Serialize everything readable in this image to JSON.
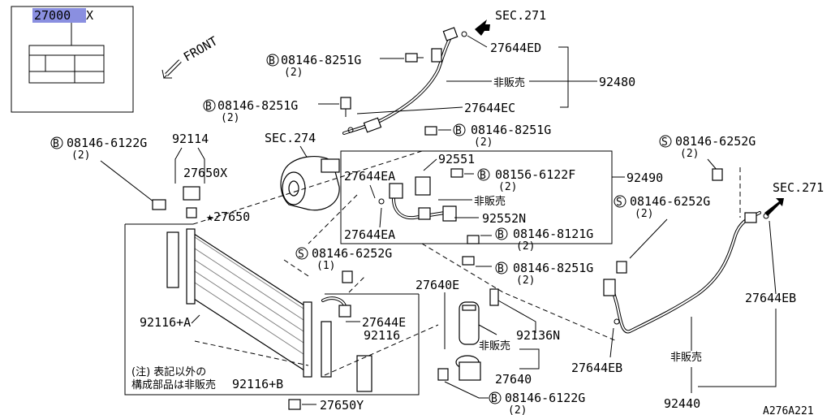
{
  "inset": {
    "part": "27000",
    "suffix": "X",
    "front": "FRONT"
  },
  "refs": {
    "sec271_top": "SEC.271",
    "sec271_right": "SEC.271",
    "sec274": "SEC.274"
  },
  "parts": {
    "p27644ED": "27644ED",
    "p92480": "92480",
    "p27644EC": "27644EC",
    "p92551": "92551",
    "p92490": "92490",
    "p27644EA_1": "27644EA",
    "p27644EA_2": "27644EA",
    "p92552N": "92552N",
    "p92114": "92114",
    "p27650X": "27650X",
    "p27650": "★27650",
    "p92116A": "92116+A",
    "p27644E": "27644E",
    "p92116": "92116",
    "p92116B": "92116+B",
    "p27650Y": "27650Y",
    "p27640E": "27640E",
    "p92136N": "92136N",
    "p27640": "27640",
    "p27644EB_1": "27644EB",
    "p27644EB_2": "27644EB",
    "p92440": "92440"
  },
  "notsold": {
    "a": "非販売",
    "b": "非販売",
    "c": "非販売",
    "d": "非販売"
  },
  "bolts": {
    "b1": {
      "code": "08146-8251G",
      "qty": "(2)",
      "prefix": "B"
    },
    "b2": {
      "code": "08146-8251G",
      "qty": "(2)",
      "prefix": "B"
    },
    "b3": {
      "code": "08146-8251G",
      "qty": "(2)",
      "prefix": "B"
    },
    "b4": {
      "code": "08156-6122F",
      "qty": "(2)",
      "prefix": "B"
    },
    "b5": {
      "code": "08146-8121G",
      "qty": "(2)",
      "prefix": "B"
    },
    "b6": {
      "code": "08146-8251G",
      "qty": "(2)",
      "prefix": "B"
    },
    "b7": {
      "code": "08146-6122G",
      "qty": "(2)",
      "prefix": "B"
    },
    "b8": {
      "code": "08146-6122G",
      "qty": "(2)",
      "prefix": "B"
    },
    "s1": {
      "code": "08146-6252G",
      "qty": "(1)",
      "prefix": "S"
    },
    "s2": {
      "code": "08146-6252G",
      "qty": "(2)",
      "prefix": "S"
    },
    "s3": {
      "code": "08146-6252G",
      "qty": "(2)",
      "prefix": "S"
    }
  },
  "note": {
    "line1": "(注) 表記以外の",
    "line2": "構成部品は非販売"
  },
  "figure_id": "A276A221"
}
